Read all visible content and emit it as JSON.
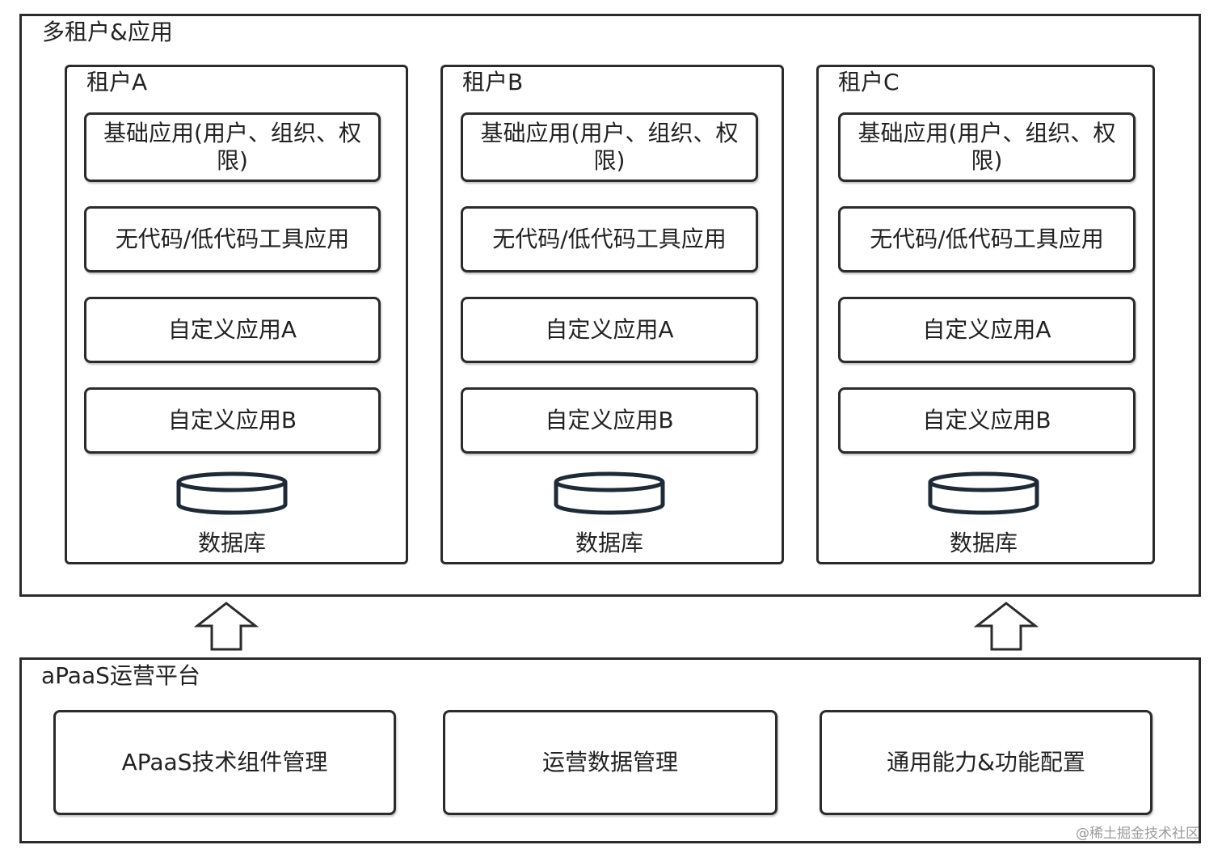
{
  "top_frame": {
    "title": "多租户&应用",
    "tenants": [
      {
        "title": "租户A",
        "apps": [
          "基础应用(用户、组织、权限)",
          "无代码/低代码工具应用",
          "自定义应用A",
          "自定义应用B"
        ],
        "db_label": "数据库"
      },
      {
        "title": "租户B",
        "apps": [
          "基础应用(用户、组织、权限)",
          "无代码/低代码工具应用",
          "自定义应用A",
          "自定义应用B"
        ],
        "db_label": "数据库"
      },
      {
        "title": "租户C",
        "apps": [
          "基础应用(用户、组织、权限)",
          "无代码/低代码工具应用",
          "自定义应用A",
          "自定义应用B"
        ],
        "db_label": "数据库"
      }
    ]
  },
  "bottom_frame": {
    "title": "aPaaS运营平台",
    "modules": [
      "APaaS技术组件管理",
      "运营数据管理",
      "通用能力&功能配置"
    ]
  },
  "arrows": [
    {
      "direction": "up"
    },
    {
      "direction": "up"
    }
  ],
  "watermark": "@稀土掘金技术社区",
  "colors": {
    "stroke": "#2b2b2b",
    "background": "#ffffff",
    "db_stroke": "#1e2a36"
  }
}
